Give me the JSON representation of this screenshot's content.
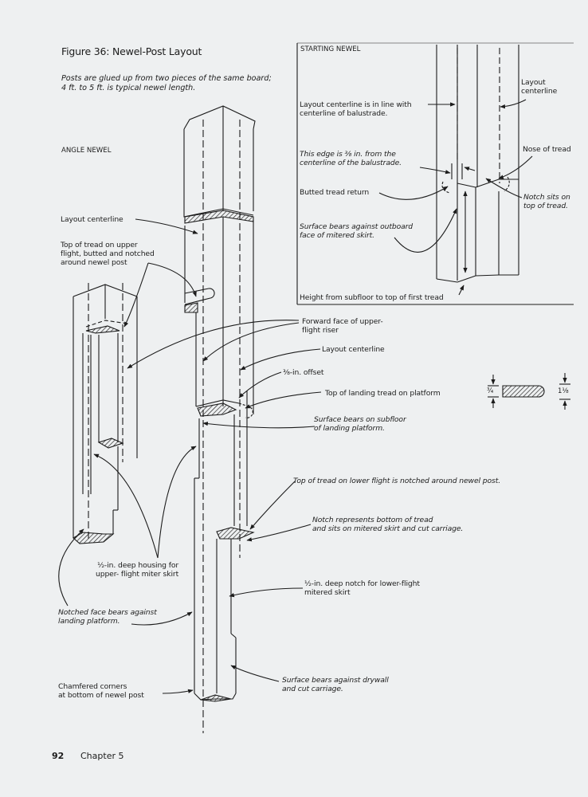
{
  "figure": {
    "title": "Figure 36: Newel-Post Layout",
    "caption_line1": "Posts are glued up from two pieces of the same board;",
    "caption_line2": "4 ft. to 5 ft. is typical newel length."
  },
  "angle_newel": {
    "heading": "ANGLE NEWEL",
    "labels": {
      "layout_centerline_top": "Layout centerline",
      "top_of_tread_upper_1": "Top of tread on upper",
      "top_of_tread_upper_2": "flight, butted and notched",
      "top_of_tread_upper_3": "around newel post",
      "forward_face_1": "Forward face of upper-",
      "forward_face_2": "flight riser",
      "layout_centerline_mid": "Layout centerline",
      "offset": "⅜-in. offset",
      "top_landing_tread": "Top of landing tread on platform",
      "surface_subfloor_1": "Surface bears on subfloor",
      "surface_subfloor_2": "of landing platform.",
      "top_tread_lower": "Top of tread on lower flight is notched around newel post.",
      "notch_represents_1": "Notch represents bottom of tread",
      "notch_represents_2": "and sits on mitered skirt and cut carriage.",
      "housing_1": "½-in. deep housing for",
      "housing_2": "upper- flight miter skirt",
      "half_notch_1": "½-in. deep notch for lower-flight",
      "half_notch_2": "mitered skirt",
      "notched_face_1": "Notched face bears against",
      "notched_face_2": "landing platform.",
      "chamfered_1": "Chamfered corners",
      "chamfered_2": "at bottom of newel post",
      "surface_drywall_1": "Surface bears against drywall",
      "surface_drywall_2": "and cut carriage."
    }
  },
  "starting_newel": {
    "heading": "STARTING NEWEL",
    "labels": {
      "layout_centerline_1": "Layout",
      "layout_centerline_2": "centerline",
      "inline_1": "Layout centerline is in line with",
      "inline_2": "centerline of balustrade.",
      "edge_1": "This edge is ⅜ in. from the",
      "edge_2": "centerline of the balustrade.",
      "nose_of_tread": "Nose of tread",
      "butted_return": "Butted tread return",
      "notch_sits_1": "Notch sits on",
      "notch_sits_2": "top of tread.",
      "surface_outboard_1": "Surface bears against outboard",
      "surface_outboard_2": "face of mitered skirt.",
      "height": "Height from subfloor to top of first tread"
    }
  },
  "tread_section": {
    "left_dim": "¾",
    "right_dim": "1⅛"
  },
  "footer": {
    "page_number": "92",
    "chapter": "Chapter 5"
  },
  "colors": {
    "paper": "#eef0f1",
    "ink": "#1c1c1c"
  }
}
